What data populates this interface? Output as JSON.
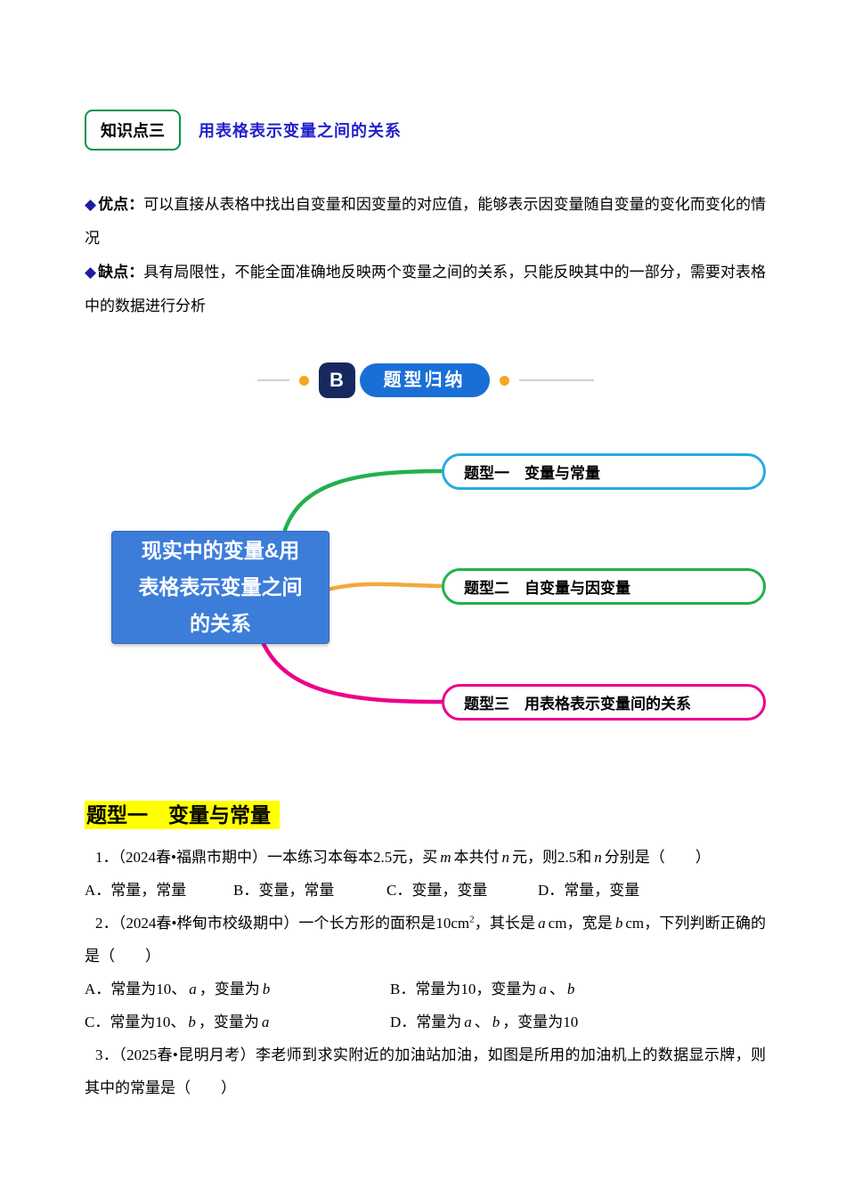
{
  "knowledge_point": {
    "badge": "知识点三",
    "title": "用表格表示变量之间的关系",
    "pros_bullet": "◆",
    "pros_label": "优点：",
    "pros_text": "可以直接从表格中找出自变量和因变量的对应值，能够表示因变量随自变量的变化而变化的情况",
    "cons_bullet": "◆",
    "cons_label": "缺点：",
    "cons_text": "具有局限性，不能全面准确地反映两个变量之间的关系，只能反映其中的一部分，需要对表格中的数据进行分析"
  },
  "section_badge": {
    "letter": "B",
    "label": "题型归纳"
  },
  "mindmap": {
    "center_lines": [
      "现实中的变量&用",
      "表格表示变量之间",
      "的关系"
    ],
    "branches": [
      {
        "label": "题型一　变量与常量",
        "color": "#29abe2"
      },
      {
        "label": "题型二　自变量与因变量",
        "color": "#22b14c"
      },
      {
        "label": "题型三　用表格表示变量间的关系",
        "color": "#ec008c"
      }
    ]
  },
  "section_title": "题型一　变量与常量",
  "questions": {
    "q1": {
      "parts": [
        "1．（2024春•福鼎市期中）一本练习本每本2.5元，买",
        "m",
        "本共付",
        "n",
        "元，则2.5和",
        "n",
        "分别是（　　）"
      ],
      "options": [
        "A．常量，常量",
        "B．变量，常量",
        "C．变量，变量",
        "D．常量，变量"
      ]
    },
    "q2": {
      "parts": [
        "2．（2024春•桦甸市校级期中）一个长方形的面积是10cm",
        "2",
        "，其长是",
        "a",
        "cm，宽是",
        "b",
        "cm，下列判断正确的是（　　）"
      ],
      "options": {
        "a": [
          "A．常量为10、",
          "a",
          "，变量为",
          "b"
        ],
        "b": [
          "B．常量为10，变量为",
          "a",
          "、",
          "b"
        ],
        "c": [
          "C．常量为10、",
          "b",
          "，变量为",
          "a"
        ],
        "d": [
          "D．常量为",
          "a",
          "、",
          "b",
          "，变量为10"
        ]
      }
    },
    "q3": {
      "text": "3．（2025春•昆明月考）李老师到求实附近的加油站加油，如图是所用的加油机上的数据显示牌，则其中的常量是（　　）"
    }
  },
  "colors": {
    "kp_border_green": "#00934b",
    "title_blue": "#2222cc",
    "bullet_navy": "#1c1c9e",
    "badge_square_navy": "#16295f",
    "badge_pill_blue": "#1a6fd6",
    "dot_orange": "#f5a623",
    "center_node_blue": "#3c7dda",
    "branch1_blue": "#29abe2",
    "branch2_green": "#22b14c",
    "branch3_magenta": "#ec008c",
    "connector_orange": "#f2a93b",
    "highlight_yellow": "#ffff00"
  }
}
